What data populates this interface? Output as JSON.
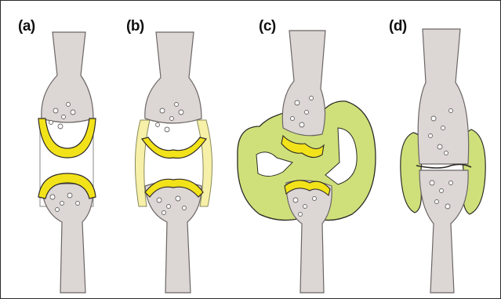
{
  "panels": [
    {
      "label": "(a)"
    },
    {
      "label": "(b)"
    },
    {
      "label": "(c)"
    },
    {
      "label": "(d)"
    }
  ],
  "colors": {
    "bone": "#dcd6d4",
    "bone_outline": "#6c6666",
    "cartilage": "#f2e21a",
    "cartilage_pale": "#f6f0a8",
    "synovium": "#cfe07a",
    "outline": "#2e2a26",
    "capsule_line": "#9a9a7a"
  }
}
